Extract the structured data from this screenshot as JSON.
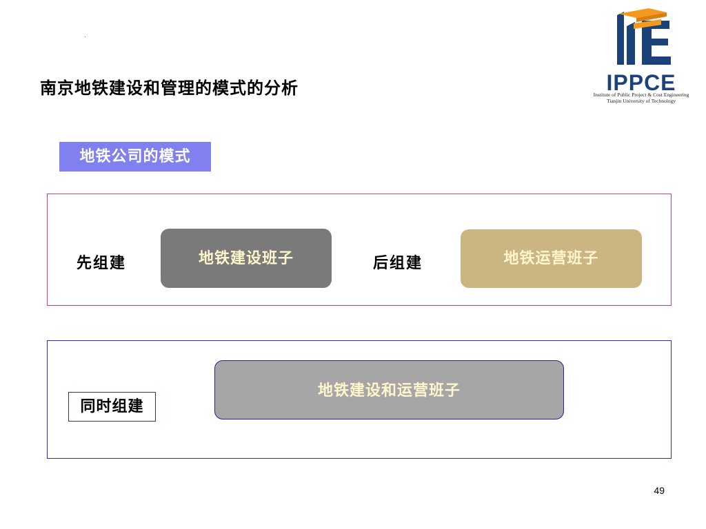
{
  "slide": {
    "dot": ".",
    "title": "南京地铁建设和管理的模式的分析",
    "page_number": "49"
  },
  "logo": {
    "brand": "IPPCE",
    "line1": "Institute of Public Project & Cost Engineering",
    "line2": "Tianjin University of Technology"
  },
  "section": {
    "label": "地铁公司的模式"
  },
  "sequential": {
    "first_label": "先组建",
    "first_team": "地铁建设班子",
    "later_label": "后组建",
    "later_team": "地铁运营班子"
  },
  "simultaneous": {
    "label": "同时组建",
    "team": "地铁建设和运营班子"
  },
  "colors": {
    "section_tag": "#8080f0",
    "build_team": "#7a7a7a",
    "ops_team": "#cbb582",
    "combined_team": "#a6a6a6",
    "top_panel_border": "#d4406e",
    "bottom_panel_border": "#2a2ab8",
    "logo_blue": "#1b4279",
    "logo_orange": "#f39a1e"
  }
}
